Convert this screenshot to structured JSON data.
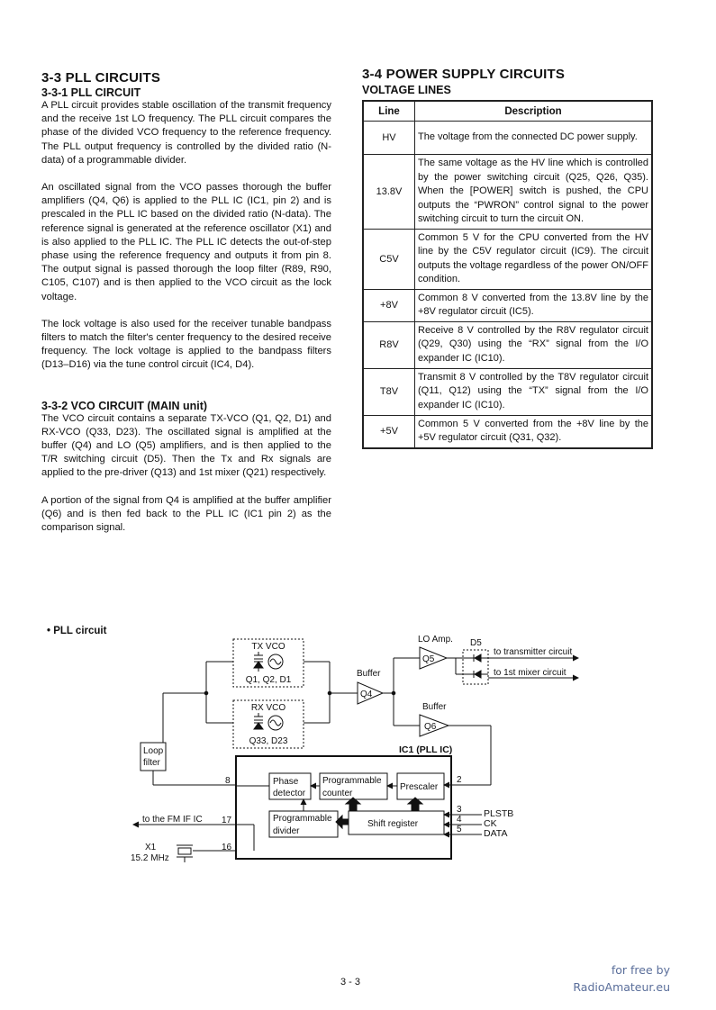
{
  "left_column": {
    "section_title": "3-3 PLL CIRCUITS",
    "sub1_title": "3-3-1 PLL CIRCUIT",
    "sub1_paragraphs": [
      "A PLL circuit provides stable oscillation of the transmit frequency and the receive 1st LO frequency. The PLL circuit compares the phase of the divided VCO frequency to the reference frequency. The PLL output frequency is controlled by the divided ratio (N-data) of a programmable divider.",
      "An oscillated signal from the VCO passes thorough the buffer amplifiers (Q4, Q6) is applied to the PLL IC (IC1, pin 2) and is prescaled in the PLL IC based on the divided ratio (N-data). The reference signal is generated at the reference oscillator (X1) and is also applied to the PLL IC. The PLL IC detects the out-of-step phase using the reference frequency and outputs it from pin 8. The output signal is passed thorough the loop filter (R89, R90, C105, C107) and is then applied to the VCO circuit as the lock voltage.",
      "The lock voltage is also used for the receiver tunable bandpass filters to match the filter's center frequency to the desired receive frequency. The lock voltage is applied to the bandpass filters (D13–D16) via the tune control circuit (IC4, D4)."
    ],
    "sub2_title": "3-3-2 VCO CIRCUIT (MAIN unit)",
    "sub2_paragraphs": [
      "The VCO circuit contains a separate TX-VCO (Q1, Q2, D1) and RX-VCO (Q33, D23). The oscillated signal is amplified at the buffer (Q4) and LO (Q5) amplifiers, and is then applied to the T/R switching circuit (D5). Then the Tx and Rx signals are applied to the pre-driver (Q13) and 1st mixer (Q21) respectively.",
      "A portion of the signal from Q4 is amplified at the buffer amplifier (Q6) and is then fed back to the PLL IC (IC1 pin 2) as the comparison signal."
    ]
  },
  "right_column": {
    "section_title": "3-4 POWER SUPPLY CIRCUITS",
    "table_title": "VOLTAGE LINES",
    "table_headers": [
      "Line",
      "Description"
    ],
    "table_rows": [
      {
        "line": "HV",
        "desc": "The voltage from the connected DC power supply."
      },
      {
        "line": "13.8V",
        "desc": "The same voltage as the HV line which is controlled by the power switching circuit (Q25, Q26, Q35). When the [POWER] switch is pushed, the CPU outputs the “PWRON” control signal to the power switching circuit to turn the circuit ON."
      },
      {
        "line": "C5V",
        "desc": "Common 5 V for the CPU converted from the HV line by the C5V regulator circuit (IC9). The circuit outputs the voltage regardless of the power ON/OFF condition."
      },
      {
        "line": "+8V",
        "desc": "Common 8 V converted from the 13.8V line by the +8V regulator circuit (IC5)."
      },
      {
        "line": "R8V",
        "desc": "Receive 8 V controlled by the R8V regulator circuit (Q29, Q30) using the “RX” signal from the I/O expander IC (IC10)."
      },
      {
        "line": "T8V",
        "desc": "Transmit 8 V controlled by the T8V regulator circuit (Q11, Q12) using the “TX” signal from the I/O expander IC (IC10)."
      },
      {
        "line": "+5V",
        "desc": "Common 5 V converted from the +8V line by the +5V regulator circuit (Q31, Q32)."
      }
    ]
  },
  "diagram": {
    "caption": "• PLL circuit",
    "tx_vco": "TX VCO",
    "tx_vco_parts": "Q1, Q2, D1",
    "rx_vco": "RX VCO",
    "rx_vco_parts": "Q33, D23",
    "loop": "Loop",
    "filter": "filter",
    "buffer1": "Buffer",
    "q4": "Q4",
    "lo_amp": "LO Amp.",
    "q5": "Q5",
    "d5": "D5",
    "to_tx": "to transmitter circuit",
    "to_mix": "to 1st mixer circuit",
    "buffer2": "Buffer",
    "q6": "Q6",
    "ic1": "IC1 (PLL IC)",
    "phase1": "Phase",
    "phase2": "detector",
    "pc1": "Programmable",
    "pc2": "counter",
    "prescaler": "Prescaler",
    "pd1": "Programmable",
    "pd2": "divider",
    "shift": "Shift register",
    "pin8": "8",
    "pin2": "2",
    "pin3": "3",
    "pin4": "4",
    "pin5": "5",
    "pin17": "17",
    "pin16": "16",
    "plstb": "PLSTB",
    "ck": "CK",
    "data": "DATA",
    "to_fm": "to the FM IF IC",
    "x1": "X1",
    "x1_freq": "15.2 MHz"
  },
  "footer": {
    "page": "3 - 3",
    "wm1": "for free by",
    "wm2": "RadioAmateur.eu"
  }
}
